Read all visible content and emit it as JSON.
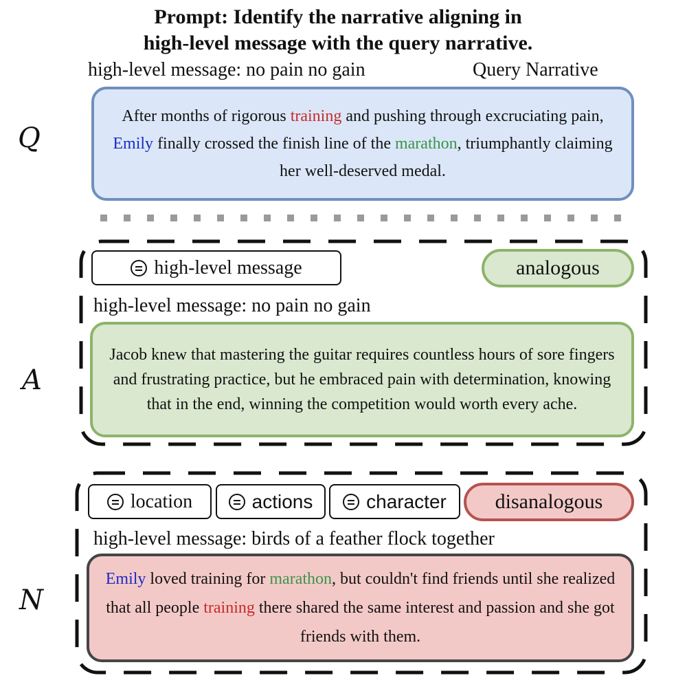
{
  "title": {
    "line1": "Prompt: Identify the narrative aligning in",
    "line2": "high-level message with the query narrative."
  },
  "query_section": {
    "message_label": "high-level message: no pain no gain",
    "caption": "Query Narrative",
    "variable": "Q",
    "narrative": [
      {
        "text": "After months of rigorous ",
        "color": ""
      },
      {
        "text": "training",
        "color": "red"
      },
      {
        "text": " and pushing through excruciating pain, ",
        "color": ""
      },
      {
        "text": "Emily",
        "color": "blue"
      },
      {
        "text": " finally crossed the finish line of the ",
        "color": ""
      },
      {
        "text": "marathon",
        "color": "green"
      },
      {
        "text": ", triumphantly claiming her well-deserved medal.",
        "color": ""
      }
    ]
  },
  "analog_section": {
    "variable": "A",
    "tag": "high-level message",
    "status": "analogous",
    "message_label": "high-level message: no pain no gain",
    "narrative": "Jacob knew that mastering the guitar requires countless hours of sore fingers and frustrating practice, but he embraced pain with determination, knowing that in the end, winning the competition would worth every ache."
  },
  "nonanalog_section": {
    "variable": "N",
    "tags": [
      "location",
      "actions",
      "character"
    ],
    "status": "disanalogous",
    "message_label": "high-level message: birds of a feather flock together",
    "narrative": [
      {
        "text": "Emily",
        "color": "blue"
      },
      {
        "text": " loved training for ",
        "color": ""
      },
      {
        "text": "marathon",
        "color": "green"
      },
      {
        "text": ", but couldn't find friends until she realized that all people ",
        "color": ""
      },
      {
        "text": "training",
        "color": "red"
      },
      {
        "text": " there shared the same interest and passion and she got friends with them.",
        "color": ""
      }
    ]
  },
  "colors": {
    "query_fill": "#dbe7f8",
    "query_border": "#6f8fbe",
    "analog_fill": "#d9e8cf",
    "analog_border": "#8db46a",
    "nonanalog_fill": "#f3c9c8",
    "nonanalog_border": "#454545",
    "highlight_red": "#c62a2a",
    "highlight_blue": "#1a2ac4",
    "highlight_green": "#3b9448"
  }
}
